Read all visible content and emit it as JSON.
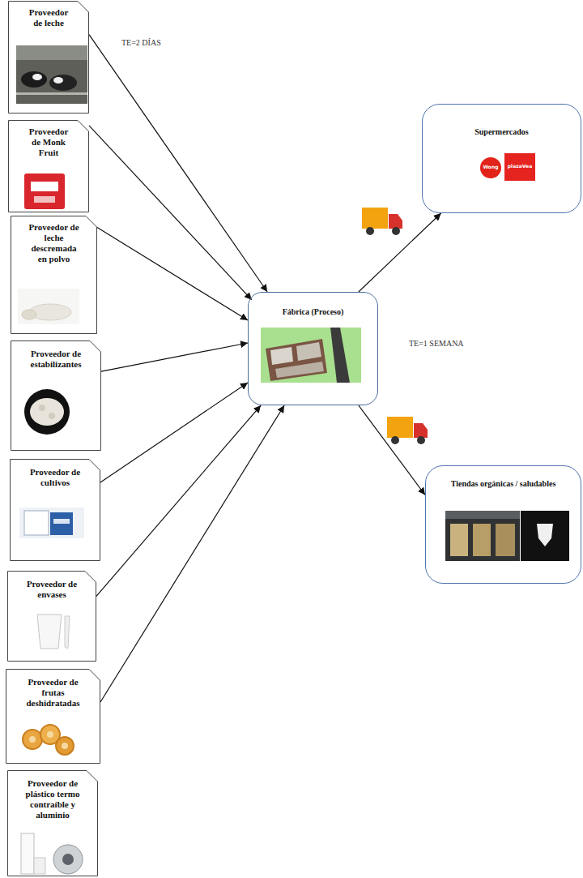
{
  "diagram": {
    "nodes": [
      {
        "text": [
          "Proveedor de leche"
        ]
      },
      {
        "text": [
          "Proveedor de Monk Fruit"
        ]
      },
      {
        "text": [
          "Proveedor de leche descremada en polvo"
        ]
      },
      {
        "text": [
          "Proveedor de estabilizantes"
        ]
      },
      {
        "text": [
          "Proveedor de cultivos"
        ]
      },
      {
        "text": [
          "Proveedor de envases"
        ]
      },
      {
        "text": [
          "Proveedor de frutas deshidratadas"
        ]
      },
      {
        "text": [
          "Proveedor de plástico termo contraíble y aluminio"
        ]
      },
      {
        "text": [
          "Fábrica (Proceso)"
        ]
      },
      {
        "text": [
          "Supermercados"
        ]
      },
      {
        "text": [
          "Tiendas orgánicas / saludables"
        ]
      }
    ],
    "edges": [
      {
        "from": 0,
        "to": 8,
        "arrow": "to"
      },
      {
        "from": 1,
        "to": 8,
        "arrow": "to"
      },
      {
        "from": 2,
        "to": 8,
        "arrow": "to"
      },
      {
        "from": 3,
        "to": 8,
        "arrow": "to"
      },
      {
        "from": 4,
        "to": 8,
        "arrow": "to"
      },
      {
        "from": 5,
        "to": 8,
        "arrow": "to"
      },
      {
        "from": 6,
        "to": 8,
        "arrow": "to"
      },
      {
        "from": 8,
        "to": 9,
        "arrow": "to"
      },
      {
        "from": 8,
        "to": 10,
        "arrow": "to"
      }
    ],
    "labels": [
      "TE=2 DÍAS",
      "TE=1 SEMANA",
      "Wong",
      "plazaVea"
    ]
  }
}
